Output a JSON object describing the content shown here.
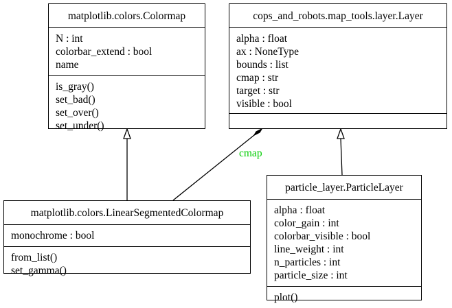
{
  "classes": {
    "colormap": {
      "name": "matplotlib.colors.Colormap",
      "attributes": [
        "N : int",
        "colorbar_extend : bool",
        "name"
      ],
      "methods": [
        "is_gray()",
        "set_bad()",
        "set_over()",
        "set_under()"
      ]
    },
    "layer": {
      "name": "cops_and_robots.map_tools.layer.Layer",
      "attributes": [
        "alpha : float",
        "ax : NoneType",
        "bounds : list",
        "cmap : str",
        "target : str",
        "visible : bool"
      ],
      "methods": []
    },
    "linear_segmented_colormap": {
      "name": "matplotlib.colors.LinearSegmentedColormap",
      "attributes": [
        "monochrome : bool"
      ],
      "methods": [
        "from_list()",
        "set_gamma()"
      ]
    },
    "particle_layer": {
      "name": "particle_layer.ParticleLayer",
      "attributes": [
        "alpha : float",
        "color_gain : int",
        "colorbar_visible : bool",
        "line_weight : int",
        "n_particles : int",
        "particle_size : int"
      ],
      "methods": [
        "plot()"
      ]
    }
  },
  "relations": {
    "composition_label": "cmap",
    "composition_label_color": "#00cc00"
  }
}
